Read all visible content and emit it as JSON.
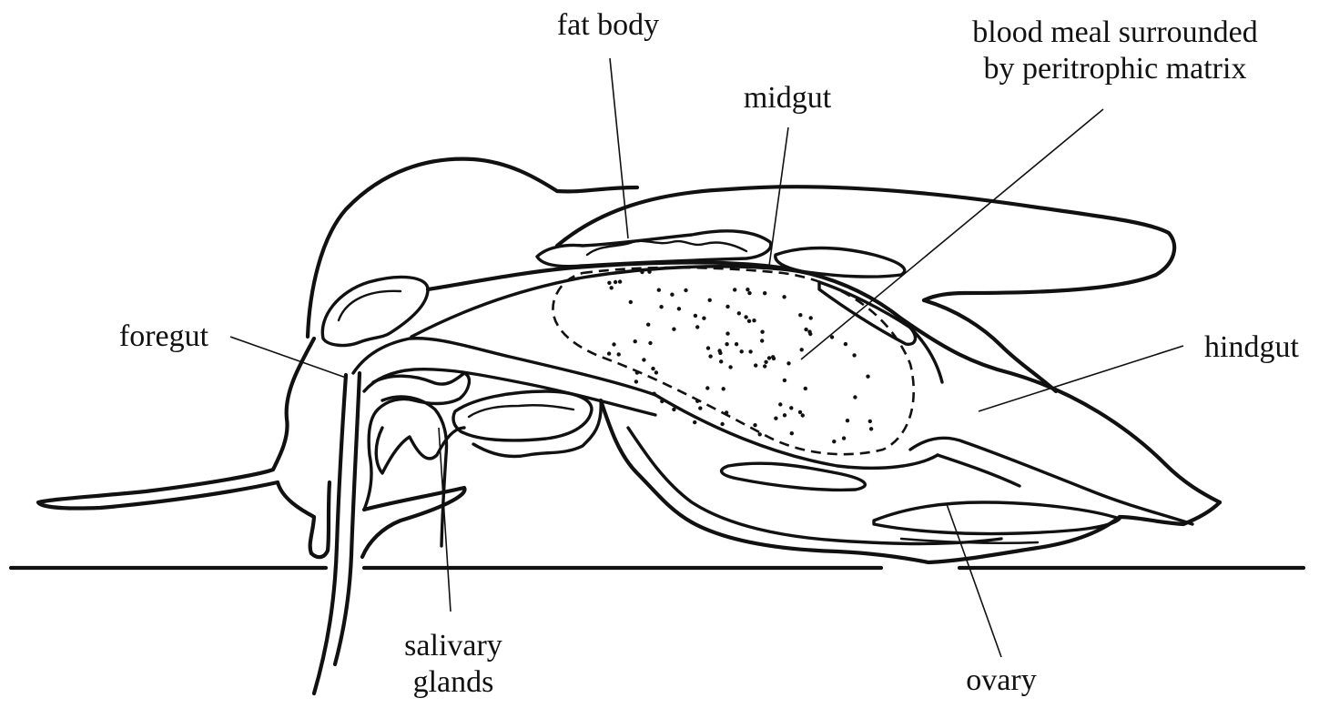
{
  "labels": {
    "fat_body": "fat body",
    "midgut": "midgut",
    "blood_meal_line1": "blood meal surrounded",
    "blood_meal_line2": "by peritrophic matrix",
    "foregut": "foregut",
    "hindgut": "hindgut",
    "salivary_line1": "salivary",
    "salivary_line2": "glands",
    "ovary": "ovary"
  },
  "colors": {
    "ink": "#111111",
    "background": "#ffffff"
  }
}
